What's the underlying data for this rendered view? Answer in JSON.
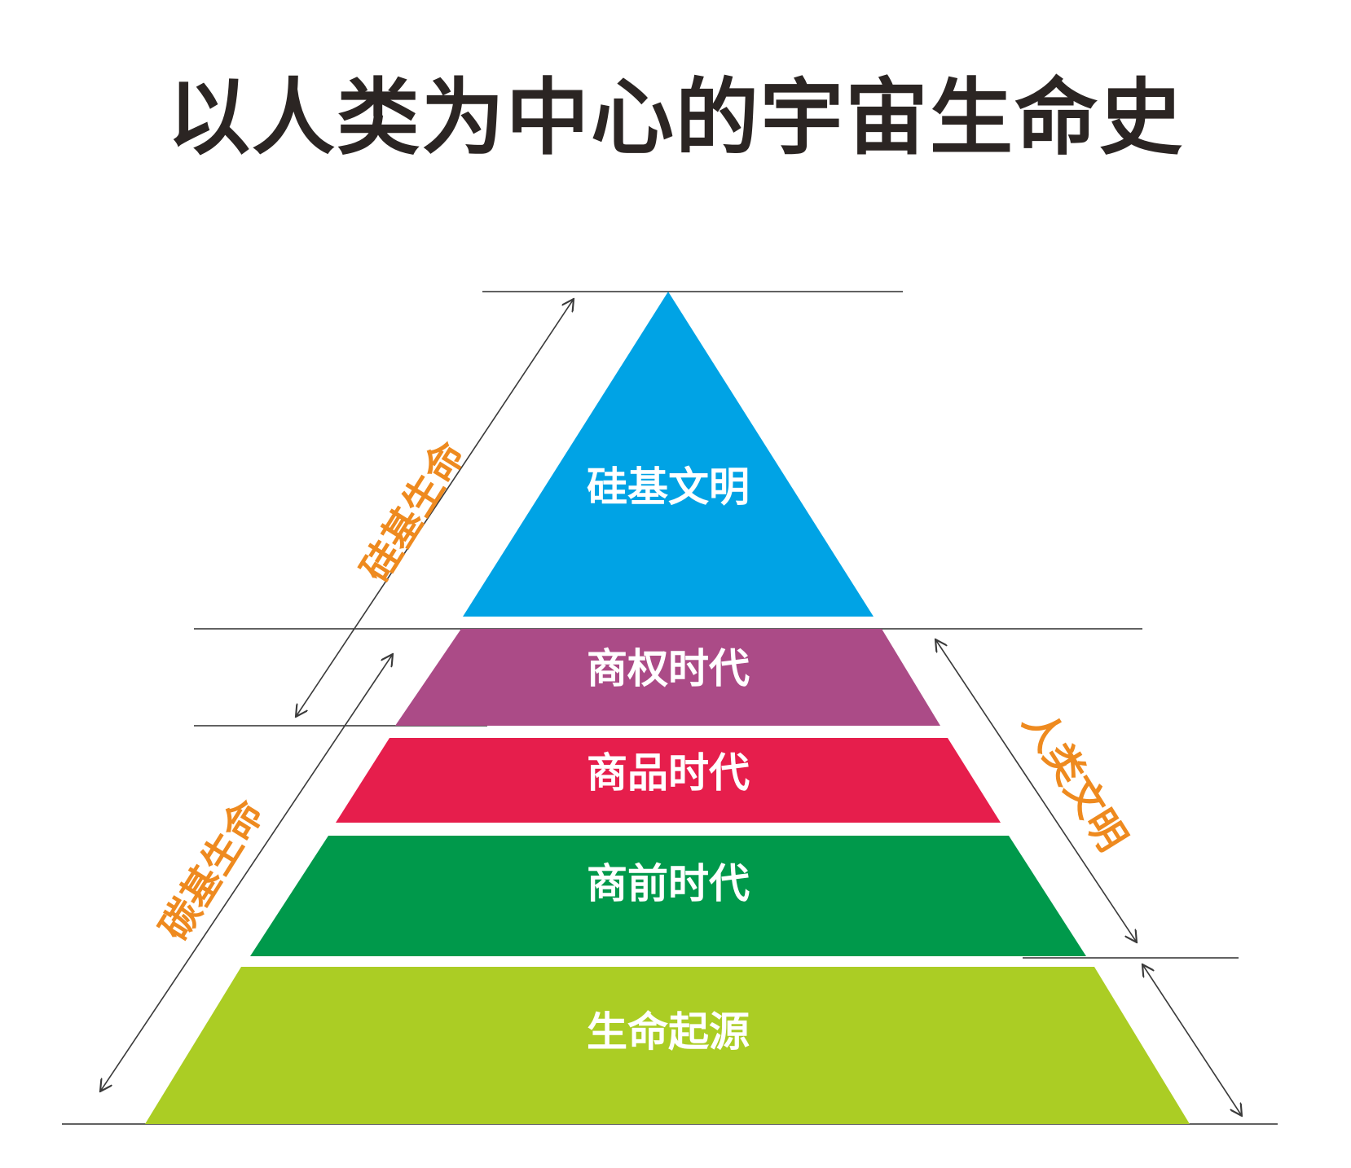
{
  "title": "以人类为中心的宇宙生命史",
  "colors": {
    "title": "#2b2523",
    "side_label": "#ee8a1f",
    "layer_text": "#ffffff",
    "guide_line": "#2e2e2e"
  },
  "layers": [
    {
      "label": "硅基文明",
      "color": "#00a3e5"
    },
    {
      "label": "商权时代",
      "color": "#ab4b87"
    },
    {
      "label": "商品时代",
      "color": "#e61e4c"
    },
    {
      "label": "商前时代",
      "color": "#00994b"
    },
    {
      "label": "生命起源",
      "color": "#abcd24"
    }
  ],
  "side_labels": {
    "silicon_life": "硅基生命",
    "carbon_life": "碳基生命",
    "human_civilization": "人类文明"
  }
}
